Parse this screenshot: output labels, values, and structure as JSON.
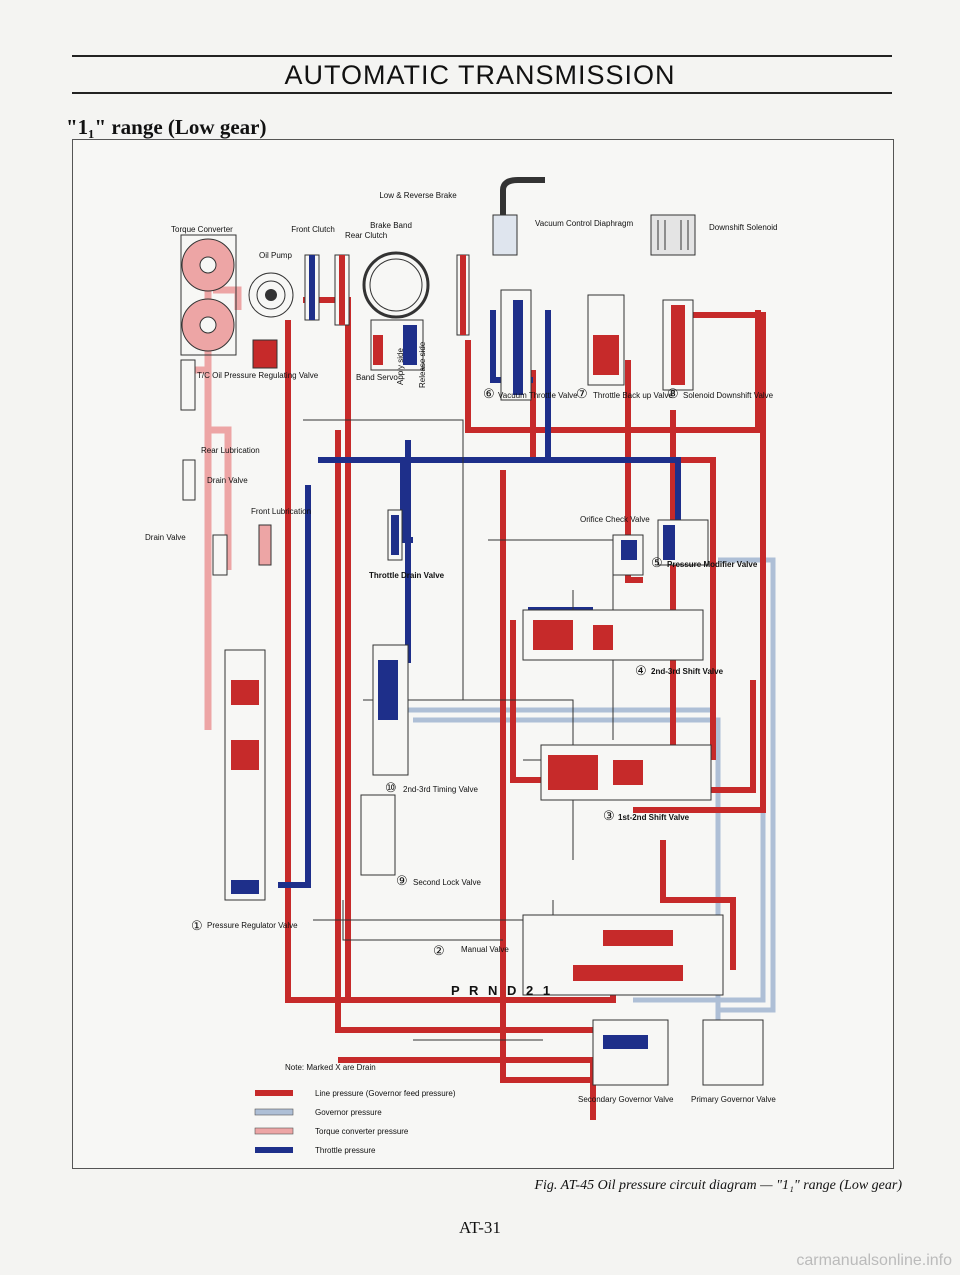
{
  "header": {
    "title": "AUTOMATIC TRANSMISSION"
  },
  "section": {
    "title": "\"1₁\" range (Low gear)"
  },
  "diagram": {
    "labels": {
      "low_reverse_brake": "Low & Reverse Brake",
      "brake_band": "Brake Band",
      "front_clutch": "Front Clutch",
      "rear_clutch": "Rear Clutch",
      "torque_converter": "Torque Converter",
      "oil_pump": "Oil Pump",
      "vacuum_control_diaphragm": "Vacuum Control Diaphragm",
      "downshift_solenoid": "Downshift Solenoid",
      "tc_oil_pressure_regulating_valve": "T/C Oil Pressure Regulating Valve",
      "band_servo": "Band Servo",
      "apply_side": "Apply side",
      "release_side": "Release side",
      "vacuum_throttle_valve": "Vacuum Throttle Valve",
      "throttle_back_up_valve": "Throttle Back up Valve",
      "solenoid_downshift_valve": "Solenoid Downshift Valve",
      "rear_lubrication": "Rear Lubrication",
      "drain_valve_upper": "Drain Valve",
      "front_lubrication": "Front Lubrication",
      "drain_valve_lower": "Drain Valve",
      "throttle_drain_valve": "Throttle Drain Valve",
      "orifice_check_valve": "Orifice Check Valve",
      "pressure_modifier_valve": "Pressure Modifier Valve",
      "shift_2nd_3rd_valve": "2nd-3rd Shift Valve",
      "timing_2nd_3rd_valve": "2nd-3rd Timing Valve",
      "shift_1st_2nd_valve": "1st-2nd Shift Valve",
      "second_lock_valve": "Second Lock Valve",
      "pressure_regulator_valve": "Pressure Regulator Valve",
      "manual_valve": "Manual Valve",
      "selector_positions": "P R N D 2 1",
      "secondary_governor_valve": "Secondary Governor Valve",
      "primary_governor_valve": "Primary Governor Valve"
    },
    "numbers": {
      "n1": "①",
      "n2": "②",
      "n3": "③",
      "n4": "④",
      "n5": "⑤",
      "n6": "⑥",
      "n7": "⑦",
      "n8": "⑧",
      "n9": "⑨",
      "n10": "⑩"
    },
    "note": "Note: Marked X are Drain"
  },
  "legend": {
    "items": [
      {
        "label": "Line pressure (Governor feed pressure)",
        "color": "#c62a2a"
      },
      {
        "label": "Governor pressure",
        "color": "#aebfd6"
      },
      {
        "label": "Torque converter pressure",
        "color": "#eda5a5"
      },
      {
        "label": "Throttle pressure",
        "color": "#1e2f8a"
      }
    ]
  },
  "colors": {
    "line": "#c62a2a",
    "governor": "#aebfd6",
    "torque": "#eda5a5",
    "throttle": "#1e2f8a"
  },
  "caption": "Fig. AT-45  Oil pressure circuit diagram — \"1₁\" range (Low gear)",
  "page_number": "AT-31",
  "watermark": "carmanualsonline.info"
}
